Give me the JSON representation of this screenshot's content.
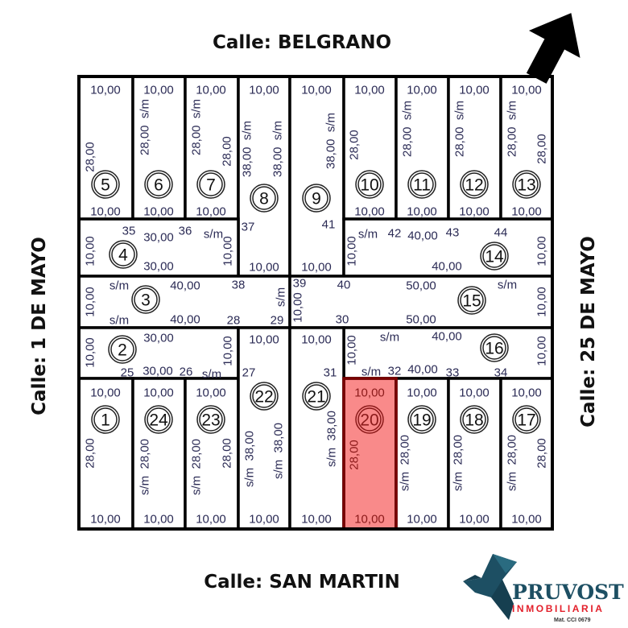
{
  "streets": {
    "top": "Calle: BELGRANO",
    "bottom": "Calle: SAN MARTIN",
    "left": "Calle: 1 DE MAYO",
    "right": "Calle: 25 DE MAYO"
  },
  "north_arrow": "north-arrow-icon",
  "highlight_color": "#f98a8a",
  "highlighted_lot": "20",
  "lots": [
    "5",
    "6",
    "7",
    "8",
    "9",
    "10",
    "11",
    "12",
    "13",
    "4",
    "14",
    "3",
    "15",
    "2",
    "16",
    "1",
    "24",
    "23",
    "22",
    "21",
    "20",
    "19",
    "18",
    "17"
  ],
  "dimension_labels": [
    "10,00",
    "10,00",
    "10,00",
    "10,00",
    "10,00",
    "10,00",
    "10,00",
    "10,00",
    "10,00",
    "10,00",
    "10,00",
    "10,00",
    "10,00",
    "10,00",
    "10,00",
    "10,00",
    "10,00",
    "10,00",
    "28,00",
    "28,00  s/m",
    "28,00  s/m",
    "28,00",
    "38,00  s/m",
    "38,00  s/m",
    "38,00  s/m",
    "28,00",
    "28,00  s/m",
    "28,00  s/m",
    "28,00  s/m",
    "28,00",
    "35",
    "30,00",
    "36",
    "s/m",
    "30,00",
    "10,00",
    "10,00",
    "37",
    "41",
    "s/m",
    "42",
    "40,00",
    "43",
    "44",
    "40,00",
    "10,00",
    "10,00",
    "s/m",
    "40,00",
    "38",
    "s/m",
    "40,00",
    "28",
    "29",
    "s/m",
    "10,00",
    "39",
    "10,00",
    "40",
    "50,00",
    "s/m",
    "30",
    "50,00",
    "10,00",
    "30,00",
    "10,00",
    "10,00",
    "25",
    "30,00",
    "26",
    "s/m",
    "27",
    "10,00",
    "10,00",
    "31",
    "10,00",
    "s/m",
    "40,00",
    "s/m",
    "32",
    "40,00",
    "33",
    "34",
    "10,00",
    "10,00",
    "10,00",
    "10,00",
    "10,00",
    "10,00",
    "10,00",
    "10,00",
    "10,00",
    "10,00",
    "10,00",
    "10,00",
    "10,00",
    "10,00",
    "10,00",
    "10,00",
    "10,00",
    "28,00",
    "s/m  28,00",
    "s/m  28,00",
    "28,00",
    "s/m  38,00",
    "s/m  38,00",
    "s/m  38,00",
    "28,00",
    "s/m  28,00",
    "s/m  28,00",
    "s/m  28,00",
    "28,00"
  ],
  "logo": {
    "name": "PRUVOST",
    "subtitle": "INMOBILIARIA",
    "license": "Mat. CCI 0679",
    "primary_color": "#1d4f63",
    "accent_color": "#e3202b"
  }
}
